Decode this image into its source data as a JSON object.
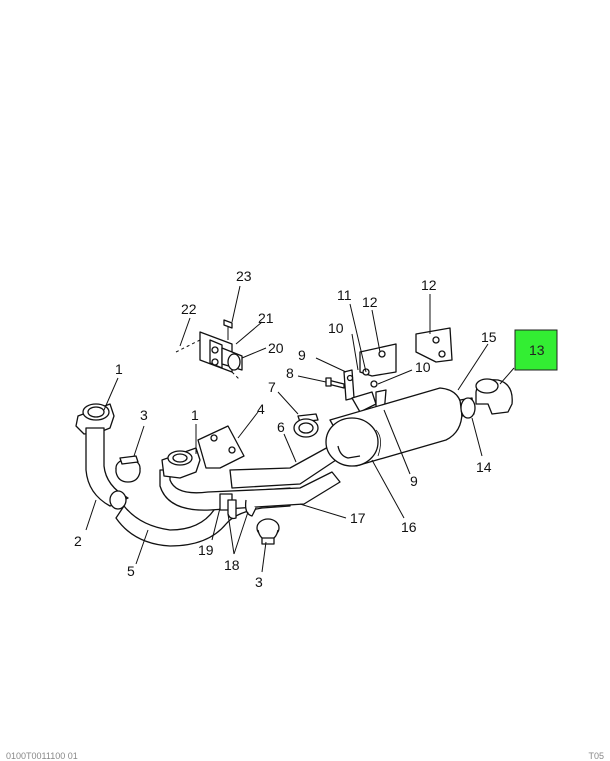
{
  "callouts": {
    "c1a": "1",
    "c1b": "1",
    "c2": "2",
    "c3a": "3",
    "c3b": "3",
    "c4": "4",
    "c5": "5",
    "c6": "6",
    "c7": "7",
    "c8": "8",
    "c9a": "9",
    "c9b": "9",
    "c10a": "10",
    "c10b": "10",
    "c11": "11",
    "c12a": "12",
    "c12b": "12",
    "c13": "13",
    "c14": "14",
    "c15": "15",
    "c16": "16",
    "c17": "17",
    "c18": "18",
    "c19": "19",
    "c20": "20",
    "c21": "21",
    "c22": "22",
    "c23": "23"
  },
  "highlight_color": "#33ee33",
  "footer": {
    "left": "0100T0011100 01",
    "right": "T05"
  }
}
